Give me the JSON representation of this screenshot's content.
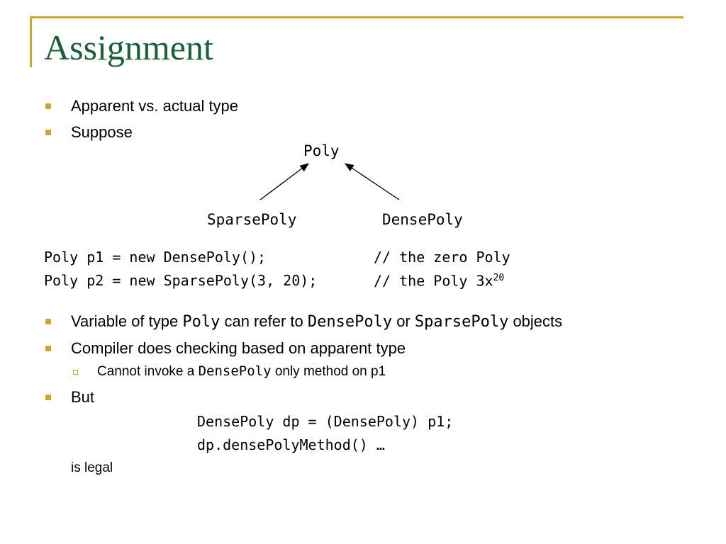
{
  "slide": {
    "title": "Assignment",
    "bullets_top": [
      "Apparent vs. actual type",
      "Suppose"
    ],
    "diagram": {
      "parent": "Poly",
      "child_left": "SparsePoly",
      "child_right": "DensePoly"
    },
    "code_block": [
      {
        "stmt": "Poly p1 = new DensePoly();",
        "comment": "// the zero Poly",
        "sup": ""
      },
      {
        "stmt": "Poly p2 = new SparsePoly(3, 20);",
        "comment": "// the Poly 3x",
        "sup": "20"
      }
    ],
    "bullet_variable": {
      "t1": "Variable of type ",
      "c1": "Poly",
      "t2": " can refer to ",
      "c2": "DensePoly",
      "t3": " or ",
      "c3": "SparsePoly",
      "t4": " objects"
    },
    "bullet_compiler": "Compiler does checking based on apparent type",
    "sub_bullet": {
      "t1": "Cannot invoke a ",
      "c1": "DensePoly",
      "t2": " only method on p1"
    },
    "bullet_but": "But",
    "code_but": [
      "DensePoly dp = (DensePoly) p1;",
      "dp.densePolyMethod() …"
    ],
    "closing": "is legal"
  }
}
